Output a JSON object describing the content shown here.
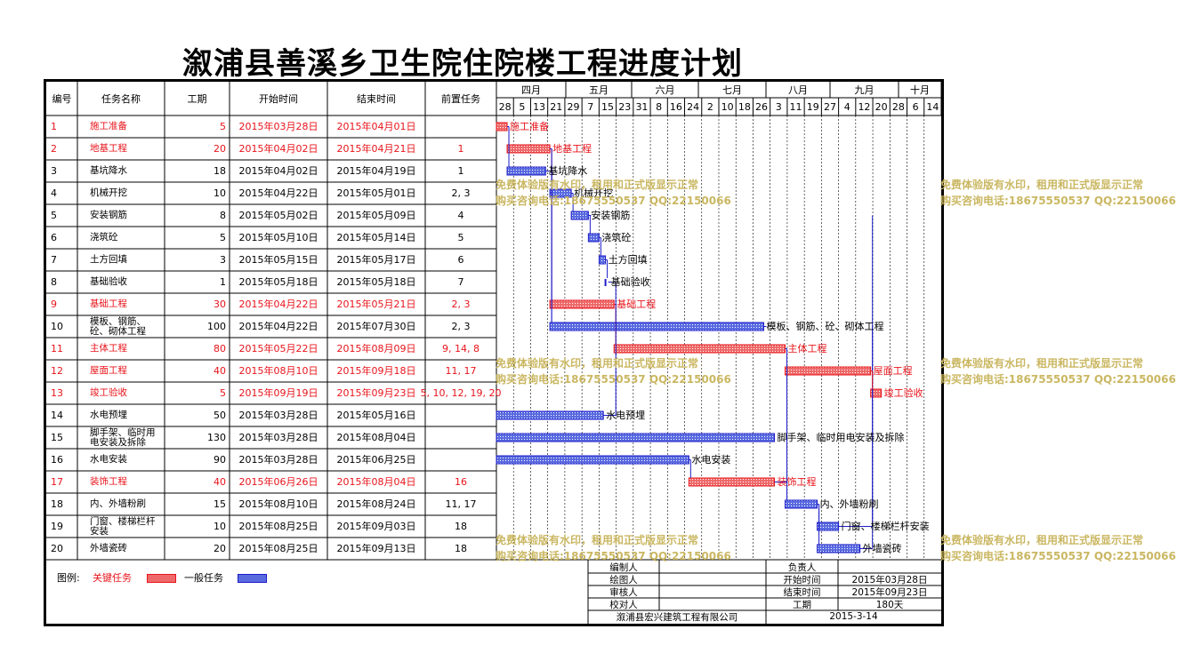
{
  "title": "溆浦县善溪乡卫生院住院楼工程进度计划",
  "columns": [
    "编号",
    "任务名称",
    "工期",
    "开始时间",
    "结束时间",
    "前置任务"
  ],
  "months": [
    "四月",
    "五月",
    "六月",
    "七月",
    "八月",
    "九月",
    "十月"
  ],
  "day_ticks": [
    "28",
    "5",
    "13",
    "21",
    "29",
    "7",
    "15",
    "23",
    "31",
    "8",
    "16",
    "24",
    "2",
    "10",
    "18",
    "26",
    "3",
    "11",
    "19",
    "27",
    "4",
    "12",
    "20",
    "28",
    "6",
    "14"
  ],
  "tasks": [
    {
      "id": "1",
      "name": "施工准备",
      "dur": "5",
      "start": "2015年03月28日",
      "end": "2015年04月01日",
      "pred": "",
      "critical": true
    },
    {
      "id": "2",
      "name": "地基工程",
      "dur": "20",
      "start": "2015年04月02日",
      "end": "2015年04月21日",
      "pred": "1",
      "critical": true
    },
    {
      "id": "3",
      "name": "基坑降水",
      "dur": "18",
      "start": "2015年04月02日",
      "end": "2015年04月19日",
      "pred": "1",
      "critical": false
    },
    {
      "id": "4",
      "name": "机械开挖",
      "dur": "10",
      "start": "2015年04月22日",
      "end": "2015年05月01日",
      "pred": "2, 3",
      "critical": false
    },
    {
      "id": "5",
      "name": "安装钢筋",
      "dur": "8",
      "start": "2015年05月02日",
      "end": "2015年05月09日",
      "pred": "4",
      "critical": false
    },
    {
      "id": "6",
      "name": "浇筑砼",
      "dur": "5",
      "start": "2015年05月10日",
      "end": "2015年05月14日",
      "pred": "5",
      "critical": false
    },
    {
      "id": "7",
      "name": "土方回填",
      "dur": "3",
      "start": "2015年05月15日",
      "end": "2015年05月17日",
      "pred": "6",
      "critical": false
    },
    {
      "id": "8",
      "name": "基础验收",
      "dur": "1",
      "start": "2015年05月18日",
      "end": "2015年05月18日",
      "pred": "7",
      "critical": false
    },
    {
      "id": "9",
      "name": "基础工程",
      "dur": "30",
      "start": "2015年04月22日",
      "end": "2015年05月21日",
      "pred": "2, 3",
      "critical": true
    },
    {
      "id": "10",
      "name": "模板、钢筋、\n砼、砌体工程",
      "dur": "100",
      "start": "2015年04月22日",
      "end": "2015年07月30日",
      "pred": "2, 3",
      "critical": false
    },
    {
      "id": "11",
      "name": "主体工程",
      "dur": "80",
      "start": "2015年05月22日",
      "end": "2015年08月09日",
      "pred": "9, 14, 8",
      "critical": true
    },
    {
      "id": "12",
      "name": "屋面工程",
      "dur": "40",
      "start": "2015年08月10日",
      "end": "2015年09月18日",
      "pred": "11, 17",
      "critical": true
    },
    {
      "id": "13",
      "name": "竣工验收",
      "dur": "5",
      "start": "2015年09月19日",
      "end": "2015年09月23日",
      "pred": "5, 10, 12, 19, 20",
      "critical": true
    },
    {
      "id": "14",
      "name": "水电预埋",
      "dur": "50",
      "start": "2015年03月28日",
      "end": "2015年05月16日",
      "pred": "",
      "critical": false
    },
    {
      "id": "15",
      "name": "脚手架、临时用\n电安装及拆除",
      "dur": "130",
      "start": "2015年03月28日",
      "end": "2015年08月04日",
      "pred": "",
      "critical": false
    },
    {
      "id": "16",
      "name": "水电安装",
      "dur": "90",
      "start": "2015年03月28日",
      "end": "2015年06月25日",
      "pred": "",
      "critical": false
    },
    {
      "id": "17",
      "name": "装饰工程",
      "dur": "40",
      "start": "2015年06月26日",
      "end": "2015年08月04日",
      "pred": "16",
      "critical": true
    },
    {
      "id": "18",
      "name": "内、外墙粉刷",
      "dur": "15",
      "start": "2015年08月10日",
      "end": "2015年08月24日",
      "pred": "11, 17",
      "critical": false
    },
    {
      "id": "19",
      "name": "门窗、楼梯栏杆\n安装",
      "dur": "10",
      "start": "2015年08月25日",
      "end": "2015年09月03日",
      "pred": "18",
      "critical": false
    },
    {
      "id": "20",
      "name": "外墙瓷砖",
      "dur": "20",
      "start": "2015年08月25日",
      "end": "2015年09月13日",
      "pred": "18",
      "critical": false
    }
  ],
  "bar_labels": [
    "施工准备",
    "地基工程",
    "基坑降水",
    "机械开挖",
    "安装钢筋",
    "浇筑砼",
    "土方回填",
    "基础验收",
    "基础工程",
    "模板、钢筋、砼、砌体工程",
    "主体工程",
    "屋面工程",
    "竣工验收",
    "水电预埋",
    "脚手架、临时用电安装及拆除",
    "水电安装",
    "装饰工程",
    "内、外墙粉刷",
    "门窗、楼梯栏杆安装",
    "外墙瓷砖"
  ],
  "legend": {
    "label": "图例:",
    "critical": "关键任务",
    "normal": "一般任务"
  },
  "info_box": {
    "compiler_label": "编制人",
    "responsible_label": "负责人",
    "drafter_label": "绘图人",
    "start_label": "开始时间",
    "start_value": "2015年03月28日",
    "reviewer_label": "审核人",
    "end_label": "结束时间",
    "end_value": "2015年09月23日",
    "checker_label": "校对人",
    "duration_label": "工期",
    "duration_value": "180天",
    "company": "溆浦县宏兴建筑工程有限公司",
    "date": "2015-3-14"
  },
  "watermark": {
    "line1": "免费体验版有水印，租用和正式版显示正常",
    "line2": "购买咨询电话:18675550537 QQ:22150066"
  },
  "colors": {
    "critical": "#e8141b",
    "critical_fill": "#ee6a6a",
    "normal": "#1c1cc8",
    "normal_fill": "#5a6be0",
    "grid": "#888888",
    "watermark": "#c8b45a"
  }
}
